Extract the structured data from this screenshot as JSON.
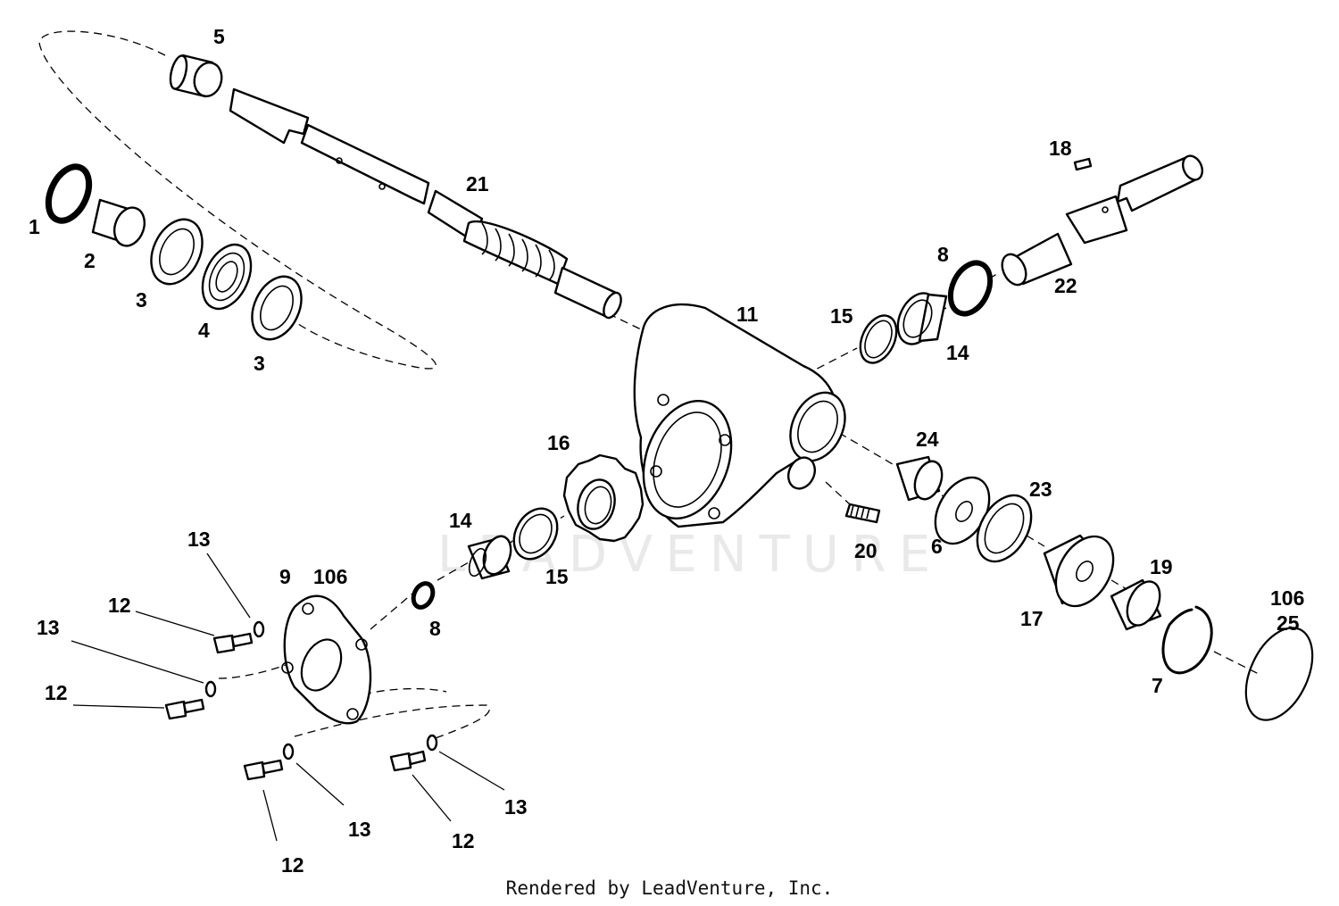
{
  "watermark": "LEADVENTURE",
  "footer": "Rendered by LeadVenture, Inc.",
  "callouts": [
    "5",
    "21",
    "1",
    "2",
    "3",
    "4",
    "3",
    "18",
    "8",
    "22",
    "15",
    "14",
    "11",
    "24",
    "23",
    "16",
    "14",
    "15",
    "20",
    "6",
    "19",
    "17",
    "13",
    "9",
    "106",
    "12",
    "13",
    "12",
    "8",
    "106",
    "25",
    "7",
    "12",
    "13",
    "13",
    "12"
  ]
}
